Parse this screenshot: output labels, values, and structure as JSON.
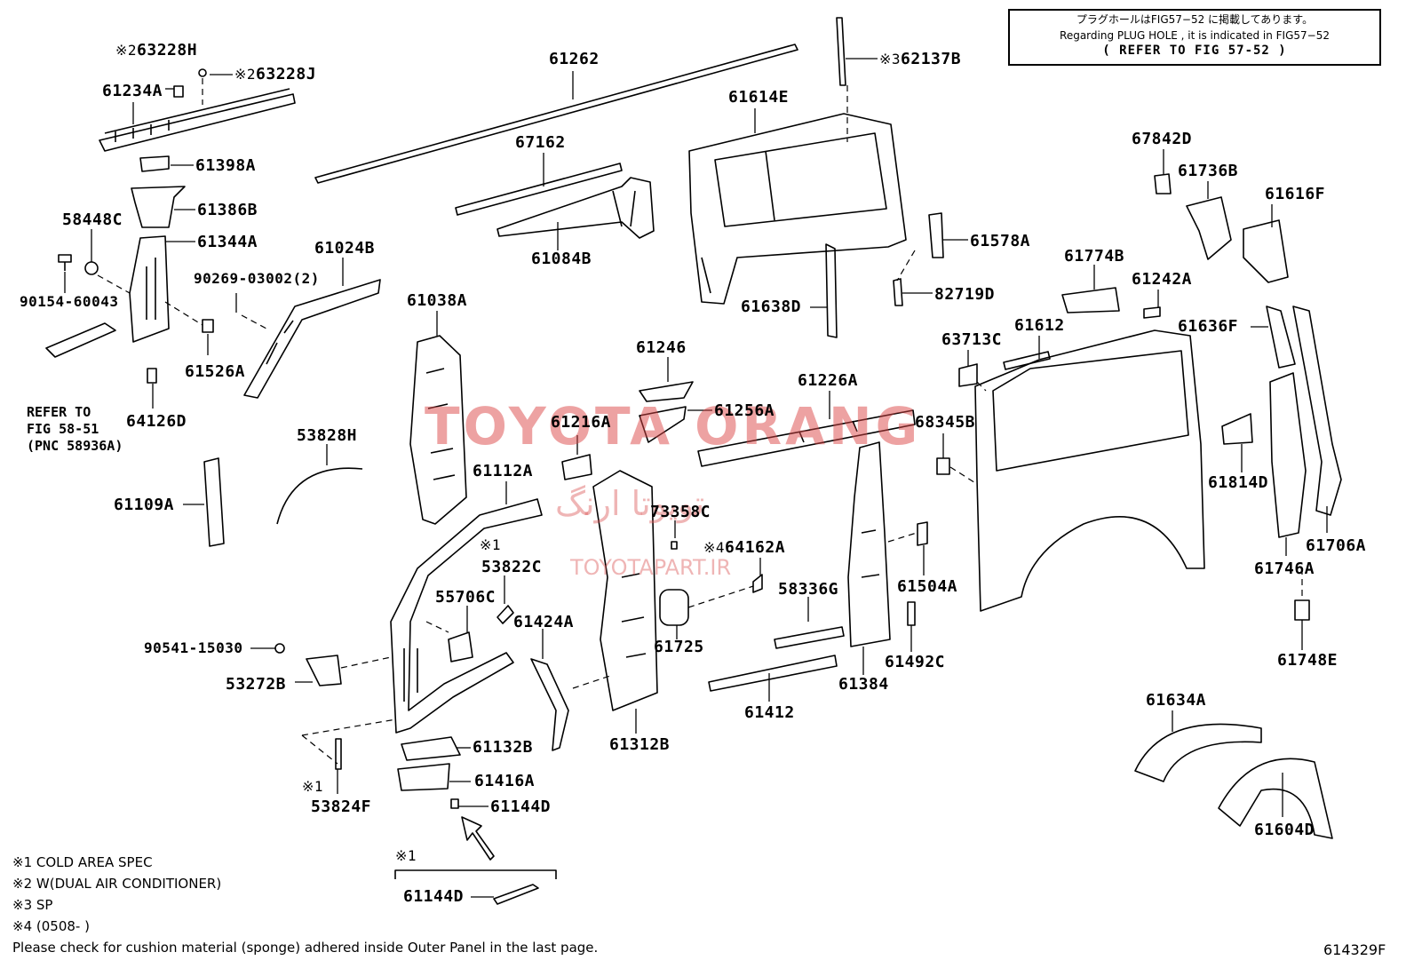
{
  "reference_box": {
    "line1": "プラグホールはFIG57−52 に掲載してあります。",
    "line2": "Regarding PLUG HOLE , it is indicated in FIG57−52",
    "line3": "( REFER TO FIG 57-52 )"
  },
  "watermark": {
    "brand": "TOYOTA ORANG",
    "persian": "تویوتا ارنگ",
    "url": "TOYOTAPART.IR"
  },
  "parts": {
    "p63228H": "63228H",
    "p63228J": "63228J",
    "p61234A": "61234A",
    "p61262": "61262",
    "p62137B": "62137B",
    "p61614E": "61614E",
    "p67162": "67162",
    "p61084B": "61084B",
    "p61398A": "61398A",
    "p61386B": "61386B",
    "p58448C": "58448C",
    "p61344A": "61344A",
    "p61024B": "61024B",
    "p90154": "90154-60043",
    "p90269": "90269-03002(2)",
    "p61526A": "61526A",
    "p64126D": "64126D",
    "p61038A": "61038A",
    "p61246": "61246",
    "p61216A": "61216A",
    "p61256A": "61256A",
    "p61226A": "61226A",
    "p53828H": "53828H",
    "p61109A": "61109A",
    "p61112A": "61112A",
    "p53822C": "53822C",
    "p55706C": "55706C",
    "p61424A": "61424A",
    "p73358C": "73358C",
    "p64162A": "64162A",
    "p58336G": "58336G",
    "p61504A": "61504A",
    "p90541": "90541-15030",
    "p53272B": "53272B",
    "p61725": "61725",
    "p61412": "61412",
    "p61384": "61384",
    "p61492C": "61492C",
    "p61312B": "61312B",
    "p61132B": "61132B",
    "p61416A": "61416A",
    "p61144D_1": "61144D",
    "p53824F": "53824F",
    "p61144D_2": "61144D",
    "p61578A": "61578A",
    "p82719D": "82719D",
    "p61638D": "61638D",
    "p63713C": "63713C",
    "p61612": "61612",
    "p68345B": "68345B",
    "p67842D": "67842D",
    "p61736B": "61736B",
    "p61616F": "61616F",
    "p61774B": "61774B",
    "p61242A": "61242A",
    "p61636F": "61636F",
    "p61814D": "61814D",
    "p61706A": "61706A",
    "p61746A": "61746A",
    "p61748E": "61748E",
    "p61634A": "61634A",
    "p61604D": "61604D"
  },
  "marks": {
    "m2a": "※2",
    "m2b": "※2",
    "m3": "※3",
    "m1a": "※1",
    "m4": "※4",
    "m1b": "※1",
    "m1c": "※1"
  },
  "refer_fig": {
    "line1": "REFER TO",
    "line2": "FIG 58-51",
    "line3": "(PNC 58936A)"
  },
  "legend": [
    "※1 COLD AREA SPEC",
    "※2 W(DUAL AIR CONDITIONER)",
    "※3 SP",
    "※4 (0508-        )"
  ],
  "footnote": "Please check for cushion material (sponge) adhered inside Outer Panel in the last page.",
  "figure_code": "614329F"
}
